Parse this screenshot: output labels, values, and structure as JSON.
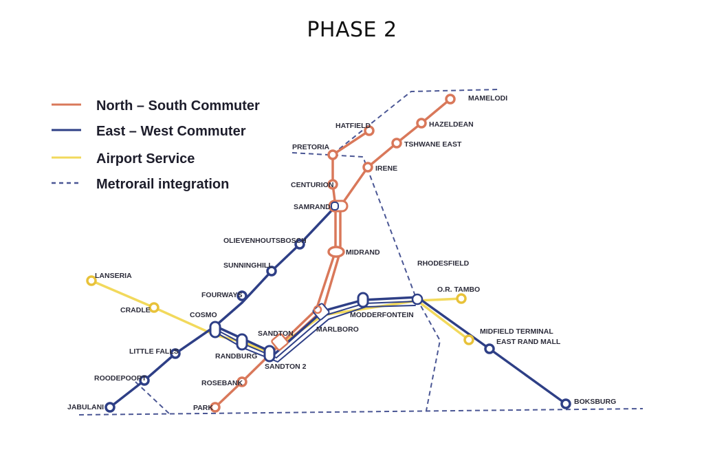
{
  "title": "PHASE 2",
  "colors": {
    "north_south": "#d9785a",
    "east_west": "#2e3f86",
    "airport": "#f2d95c",
    "metrorail": "#4a5694",
    "background": "#ffffff"
  },
  "legend": [
    {
      "label": "North – South Commuter",
      "line": "north_south",
      "style": "solid"
    },
    {
      "label": "East – West Commuter",
      "line": "east_west",
      "style": "solid"
    },
    {
      "label": "Airport Service",
      "line": "airport",
      "style": "solid"
    },
    {
      "label": "Metrorail integration",
      "line": "metrorail",
      "style": "dashed"
    }
  ],
  "stations": {
    "mamelodi": "MAMELODI",
    "hatfield": "HATFIELD",
    "hazeldean": "HAZELDEAN",
    "pretoria": "PRETORIA",
    "tshwane_east": "TSHWANE EAST",
    "irene": "IRENE",
    "centurion": "CENTURION",
    "samrand": "SAMRAND",
    "olievenhoutsbosch": "OLIEVENHOUTSBOSCH",
    "midrand": "MIDRAND",
    "sunninghill": "SUNNINGHILL",
    "rhodesfield": "RHODESFIELD",
    "lanseria": "LANSERIA",
    "fourways": "FOURWAYS",
    "or_tambo": "O.R. TAMBO",
    "cradle": "CRADLE",
    "cosmo": "COSMO",
    "modderfontein": "MODDERFONTEIN",
    "sandton": "SANDTON",
    "marlboro": "MARLBORO",
    "midfield_terminal": "MIDFIELD TERMINAL",
    "east_rand_mall": "EAST RAND MALL",
    "little_falls": "LITTLE FALLS",
    "randburg": "RANDBURG",
    "sandton_2": "SANDTON 2",
    "roodepoort": "ROODEPOORT",
    "rosebank": "ROSEBANK",
    "jabulani": "JABULANI",
    "park": "PARK",
    "boksburg": "BOKSBURG"
  }
}
